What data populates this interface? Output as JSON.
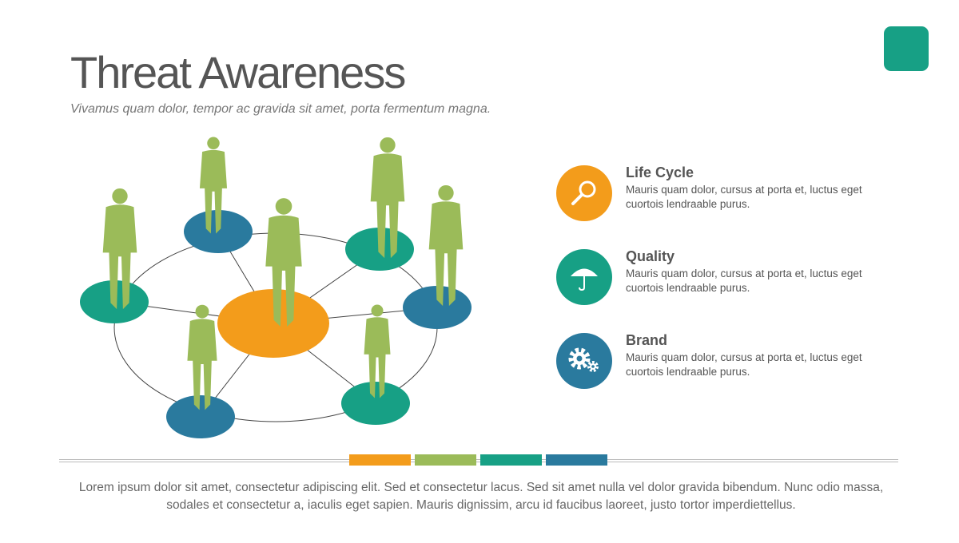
{
  "header": {
    "title": "Threat Awareness",
    "subtitle": "Vivamus quam dolor, tempor ac gravida sit amet, porta fermentum magna."
  },
  "items": [
    {
      "title": "Life Cycle",
      "text": "Mauris quam dolor, cursus at porta et, luctus eget cuortois lendraable purus.",
      "icon": "magnifier-icon",
      "color": "#f39c1b"
    },
    {
      "title": "Quality",
      "text": "Mauris quam dolor, cursus at porta et, luctus eget cuortois lendraable purus.",
      "icon": "umbrella-icon",
      "color": "#17a085"
    },
    {
      "title": "Brand",
      "text": "Mauris quam dolor, cursus at porta et, luctus eget cuortois lendraable purus.",
      "icon": "gears-icon",
      "color": "#2a7a9e"
    }
  ],
  "colors": {
    "orange": "#f39c1b",
    "green": "#9bbb59",
    "teal": "#17a085",
    "blue": "#2a7a9e"
  },
  "footer": "Lorem ipsum dolor sit amet, consectetur adipiscing elit. Sed et consectetur lacus. Sed sit amet nulla vel dolor gravida bibendum. Nunc odio massa, sodales et consectetur a, iaculis eget sapien. Mauris dignissim, arcu id faucibus laoreet, justo tortor imperdiettellus."
}
